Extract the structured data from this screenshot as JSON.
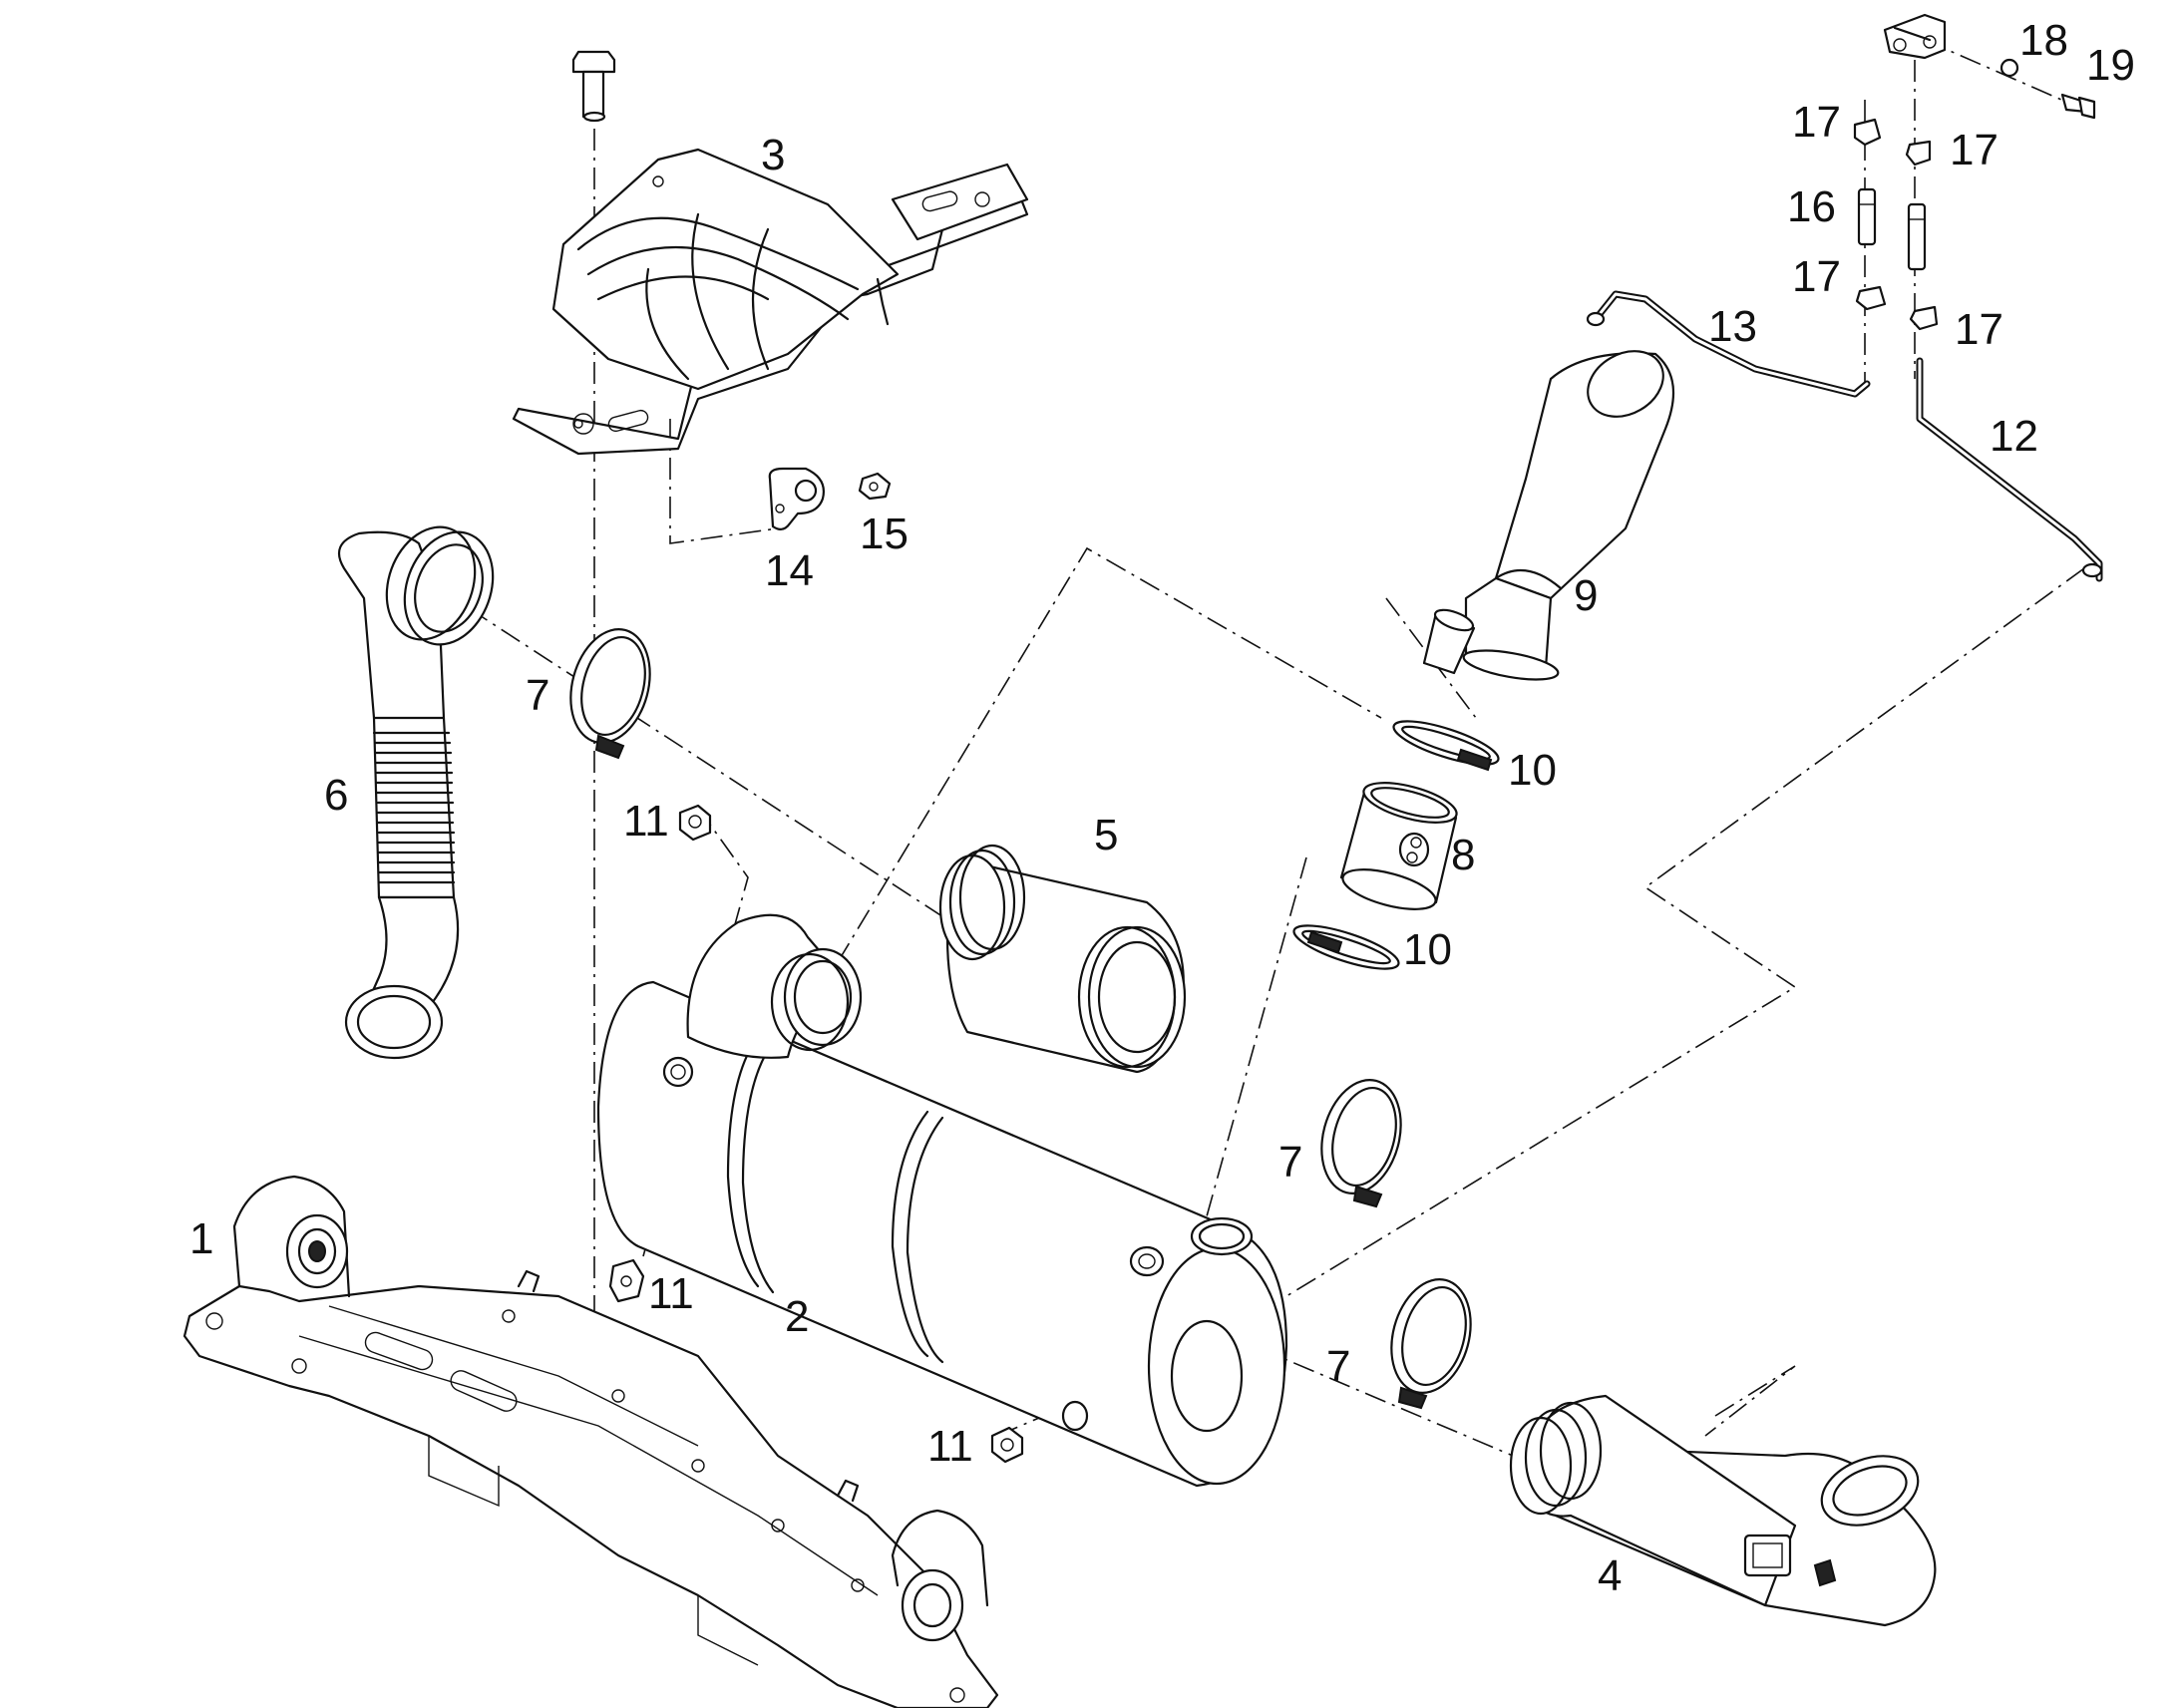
{
  "callouts": {
    "c1": "1",
    "c2": "2",
    "c3": "3",
    "c4": "4",
    "c5": "5",
    "c6": "6",
    "c7a": "7",
    "c7b": "7",
    "c7c": "7",
    "c8": "8",
    "c9": "9",
    "c10a": "10",
    "c10b": "10",
    "c11a": "11",
    "c11b": "11",
    "c11c": "11",
    "c12": "12",
    "c13": "13",
    "c14": "14",
    "c15": "15",
    "c16": "16",
    "c17a": "17",
    "c17b": "17",
    "c17c": "17",
    "c17d": "17",
    "c18": "18",
    "c19": "19"
  }
}
